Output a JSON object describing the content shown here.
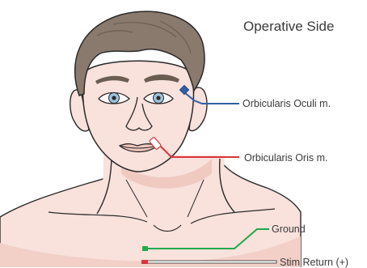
{
  "title": "Operative Side",
  "electrodes": [
    {
      "id": "oculi",
      "label": "Orbicularis Oculi m.",
      "color": "#2f5fa8"
    },
    {
      "id": "oris",
      "label": "Orbicularis Oris m.",
      "color": "#d9343c"
    },
    {
      "id": "ground",
      "label": "Ground",
      "color": "#1faa4a"
    },
    {
      "id": "stim",
      "label": "Stim Return (+)",
      "color": "#d9343c"
    }
  ],
  "colors": {
    "skin": "#f9e1dc",
    "skin_shadow": "#f0c9c1",
    "hair": "#8a7a6d",
    "hair_dark": "#6b5d52",
    "outline": "#2a2a2a",
    "iris": "#9cc3dd",
    "oculi_wire": "#2f5fa8",
    "oris_wire": "#d9343c",
    "ground_wire": "#1faa4a",
    "stim_wire": "#d9343c"
  }
}
